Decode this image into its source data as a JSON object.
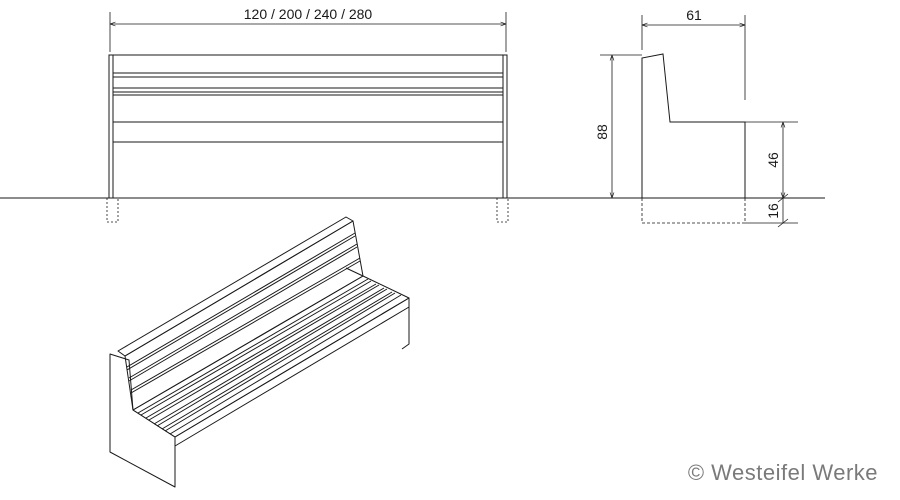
{
  "dimensions": {
    "length": "120 / 200 / 240 / 280",
    "depth": "61",
    "total_height": "88",
    "seat_height": "46",
    "foundation_depth": "16"
  },
  "colors": {
    "line": "#1a1a1a",
    "copyright_text": "#7a7a7a"
  },
  "copyright": "© Westeifel Werke"
}
